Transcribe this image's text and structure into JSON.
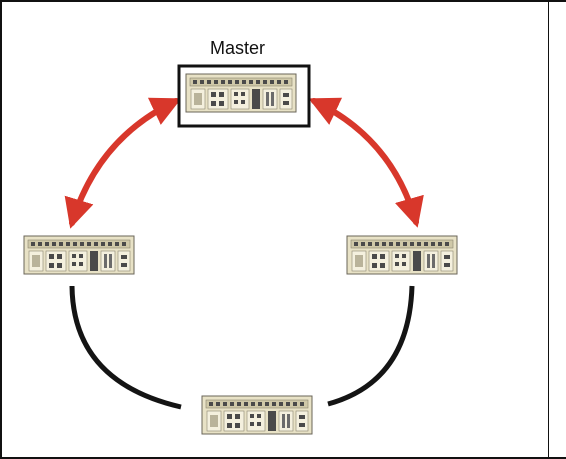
{
  "diagram": {
    "master_label": "Master",
    "nodes": [
      {
        "role": "master",
        "highlighted": true
      },
      {
        "role": "left"
      },
      {
        "role": "right"
      },
      {
        "role": "bottom"
      }
    ],
    "colors": {
      "active_link": "#d8372b",
      "passive_link": "#141414",
      "device_body": "#e8e2c6",
      "device_panel": "#cfc8a8",
      "device_dark": "#4a4a4a",
      "master_box": "#111111"
    }
  }
}
